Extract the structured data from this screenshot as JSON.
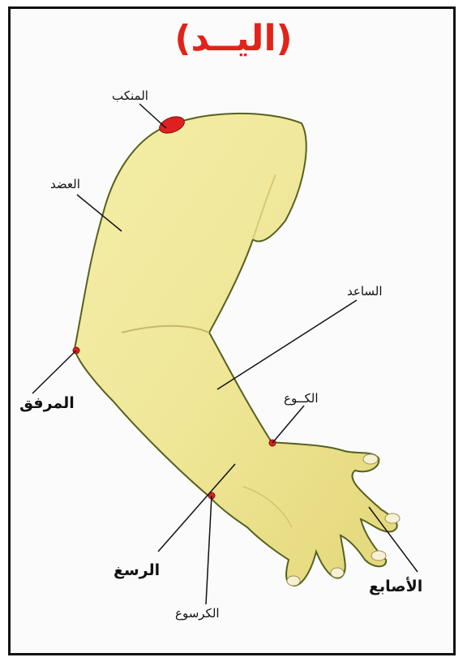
{
  "title": "(اليــد)",
  "colors": {
    "title": "#e2231a",
    "skin": "#efe79a",
    "marker": "#e02020"
  },
  "labels": {
    "shoulder": "المنكب",
    "upper_arm": "العضد",
    "forearm": "الساعد",
    "elbow": "المرفق",
    "wrist_thumb_side": "الكــوع",
    "wrist_pinky_side": "الرسغ",
    "ulna_end": "الكرسوع",
    "fingers": "الأصابع"
  }
}
